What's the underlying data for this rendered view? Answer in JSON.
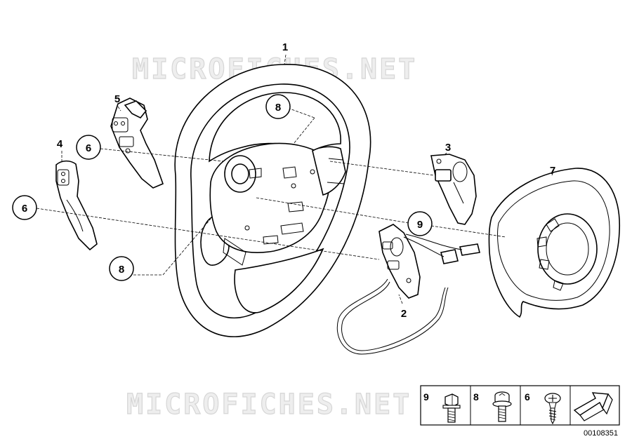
{
  "watermark": "MICROFICHES.NET",
  "callouts": [
    {
      "id": "callout-1",
      "label": "1",
      "circled": false,
      "part": "steering-wheel"
    },
    {
      "id": "callout-2",
      "label": "2",
      "circled": false,
      "part": "right-switch-module"
    },
    {
      "id": "callout-3",
      "label": "3",
      "circled": false,
      "part": "right-trim-cover"
    },
    {
      "id": "callout-4",
      "label": "4",
      "circled": false,
      "part": "left-trim-cover"
    },
    {
      "id": "callout-5",
      "label": "5",
      "circled": false,
      "part": "left-switch-module"
    },
    {
      "id": "callout-6a",
      "label": "6",
      "circled": true,
      "part": "screw"
    },
    {
      "id": "callout-6b",
      "label": "6",
      "circled": true,
      "part": "screw"
    },
    {
      "id": "callout-7",
      "label": "7",
      "circled": false,
      "part": "airbag-module"
    },
    {
      "id": "callout-8a",
      "label": "8",
      "circled": true,
      "part": "bolt"
    },
    {
      "id": "callout-8b",
      "label": "8",
      "circled": true,
      "part": "bolt"
    },
    {
      "id": "callout-9",
      "label": "9",
      "circled": true,
      "part": "hex-bolt"
    }
  ],
  "hardware_legend": [
    {
      "label": "9",
      "icon": "hex-bolt-icon"
    },
    {
      "label": "8",
      "icon": "torx-bolt-icon"
    },
    {
      "label": "6",
      "icon": "phillips-screw-icon"
    },
    {
      "label": "",
      "icon": "direction-arrow-icon"
    }
  ],
  "drawing_number": "00108351"
}
